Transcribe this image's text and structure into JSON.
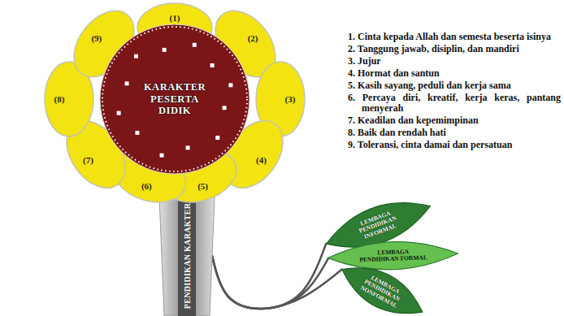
{
  "diagram": {
    "nodes": [
      {
        "text": [
          "(1)"
        ]
      },
      {
        "text": [
          "(2)"
        ]
      },
      {
        "text": [
          "(3)"
        ]
      },
      {
        "text": [
          "(4)"
        ]
      },
      {
        "text": [
          "(5)"
        ]
      },
      {
        "text": [
          "(6)"
        ]
      },
      {
        "text": [
          "(7)"
        ]
      },
      {
        "text": [
          "(8)"
        ]
      },
      {
        "text": [
          "(9)"
        ]
      },
      {
        "text": [
          "KARAKTER PESERTA DIDIK"
        ]
      },
      {
        "text": [
          "PENDIDIKAN KARAKTER"
        ]
      },
      {
        "text": [
          "LEMBAGA PENDIDIKAN INFORMAL"
        ]
      },
      {
        "text": [
          "LEMBAGA PENDIDIKAN FORMAL"
        ]
      },
      {
        "text": [
          "LEMBAGA PENDIDIKAN NONFORMAL"
        ]
      }
    ],
    "edges": [
      {
        "from": 10,
        "to": 11,
        "arrow": "none"
      },
      {
        "from": 10,
        "to": 12,
        "arrow": "none"
      },
      {
        "from": 10,
        "to": 13,
        "arrow": "none"
      }
    ],
    "labels": [
      "1. Cinta kepada Allah dan semesta beserta isinya",
      "2. Tanggung jawab, disiplin, dan mandiri",
      "3. Jujur",
      "4. Hormat dan santun",
      "5. Kasih sayang, peduli dan kerja sama",
      "6. Percaya diri, kreatif, kerja keras, pantang menyerah",
      "7. Keadilan dan kepemimpinan",
      "8. Baik dan rendah hati",
      "9. Toleransi, cinta damai dan persatuan"
    ]
  }
}
